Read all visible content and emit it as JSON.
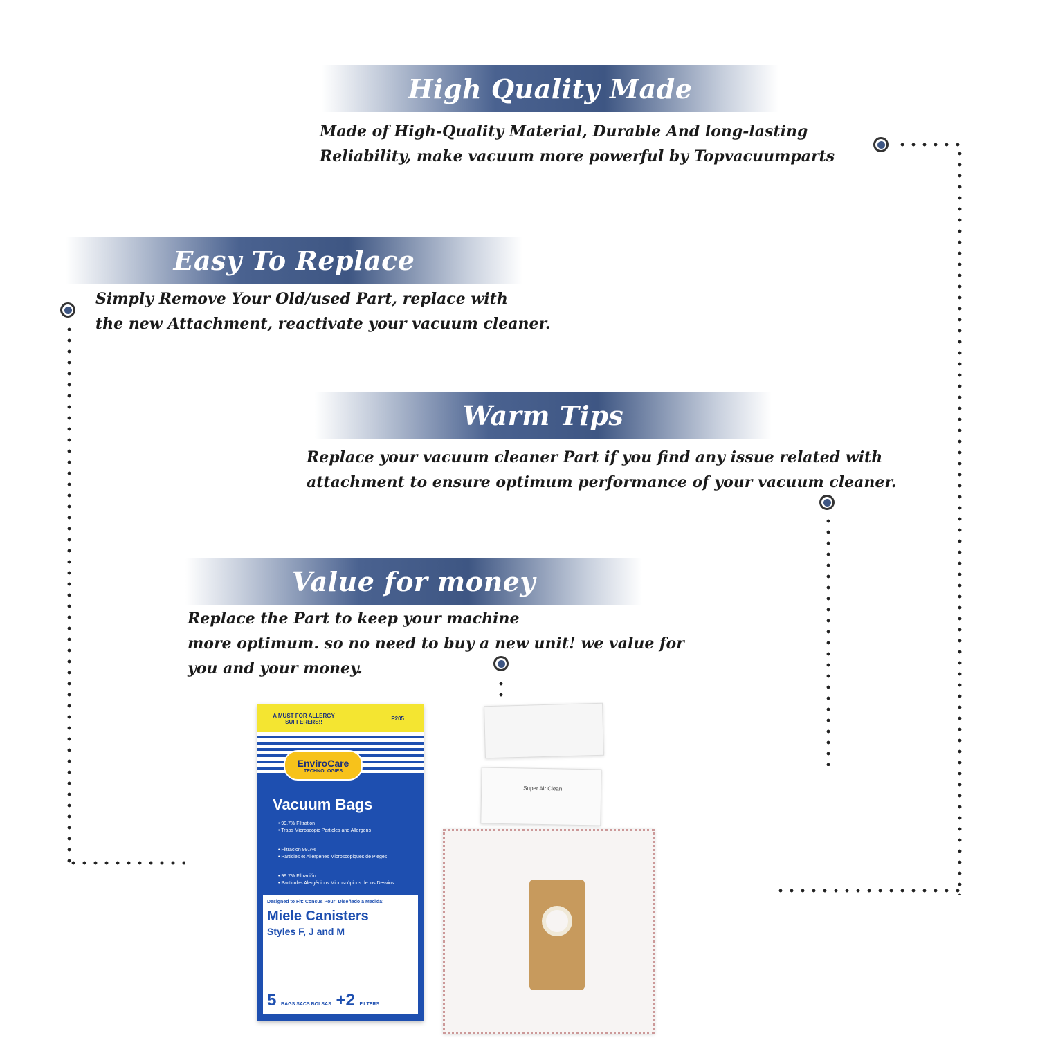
{
  "sections": [
    {
      "title": "High Quality Made",
      "lines": [
        "Made of  High-Quality Material, Durable And long-lasting",
        "Reliability, make vacuum more powerful by Topvacuumparts"
      ]
    },
    {
      "title": "Easy To Replace",
      "lines": [
        "Simply Remove Your Old/used Part, replace with",
        "the new Attachment, reactivate your vacuum cleaner."
      ]
    },
    {
      "title": "Warm Tips",
      "lines": [
        "Replace your vacuum cleaner Part if you find any issue related with",
        " attachment to ensure optimum performance of your vacuum cleaner."
      ]
    },
    {
      "title": "Value for money",
      "lines": [
        "Replace the Part to keep your machine",
        "more optimum. so no need to buy a new unit! we value for",
        "you and your money."
      ]
    }
  ],
  "package": {
    "allergy": "A MUST FOR ALLERGY SUFFERERS!!",
    "code": "P205",
    "logo_line1": "EnviroCare",
    "logo_line2": "TECHNOLOGIES",
    "title": "Vacuum Bags",
    "features": [
      "• 99.7% Filtration",
      "• Traps Microscopic Particles and Allergens",
      "• Filtracion 99.7%",
      "• Particles et Allergenes Microscopiques de Pieges",
      "• 99.7% Filtración",
      "• Partículas Alergénicos Microscópicos de los Desvios"
    ],
    "designed": "Designed to Fit:  Concus Pour:  Diseñado a Medida:",
    "model": "Miele Canisters",
    "styles": "Styles F, J and M",
    "count_bags": "5",
    "count_bags_label": "BAGS SACS BOLSAS",
    "count_filters": "+2",
    "count_filters_label": "FILTERS"
  },
  "filter_label": "Super Air Clean",
  "colors": {
    "banner": "#3e5683",
    "marker": "#3e5683"
  }
}
